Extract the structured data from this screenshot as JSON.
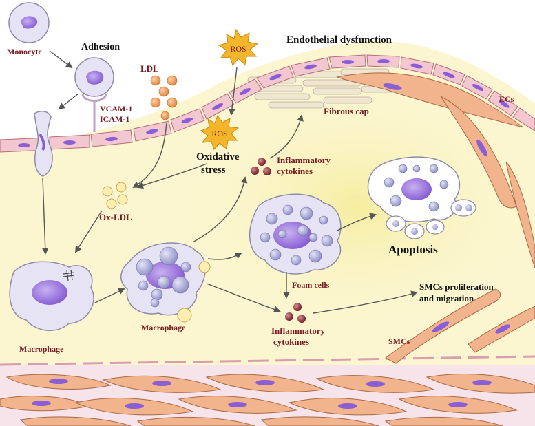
{
  "labels": {
    "monocyte": "Monocyte",
    "adhesion": "Adhesion",
    "ldl": "LDL",
    "ros_top": "ROS",
    "ros_mid": "ROS",
    "endothelial_dysfunction": "Endothelial dysfunction",
    "vcam": "VCAM-1",
    "icam": "ICAM-1",
    "fibrous_cap": "Fibrous cap",
    "ecs": "ECs",
    "oxidative_stress_1": "Oxidative",
    "oxidative_stress_2": "stress",
    "inflammatory_top_1": "Inflammatory",
    "inflammatory_top_2": "cytokines",
    "ox_ldl": "Ox-LDL",
    "apoptosis": "Apoptosis",
    "macrophage_left": "Macrophage",
    "macrophage_mid": "Macrophage",
    "foam_cells": "Foam cells",
    "inflammatory_bottom_1": "Inflammatory",
    "inflammatory_bottom_2": "cytokines",
    "smcs_prolif_1": "SMCs proliferation",
    "smcs_prolif_2": "and migration",
    "smcs": "SMCs"
  },
  "colors": {
    "background_lumen": "#ffffff",
    "intima": "#fbf6cf",
    "intima_glow": "#f6efa8",
    "endothelial_cell": "#f3c7cf",
    "nucleus": "#8a5fd6",
    "smc": "#f2b48c",
    "immune_cell": "#e6e4f4",
    "lipid_droplet": "#a7a7d8",
    "ldl": "#f0a060",
    "ox_ldl": "#fbeeb0",
    "cytokine": "#8a1f28",
    "ros": "#f3b52a",
    "label_maroon": "#7a1a22",
    "arrow": "#555555"
  }
}
